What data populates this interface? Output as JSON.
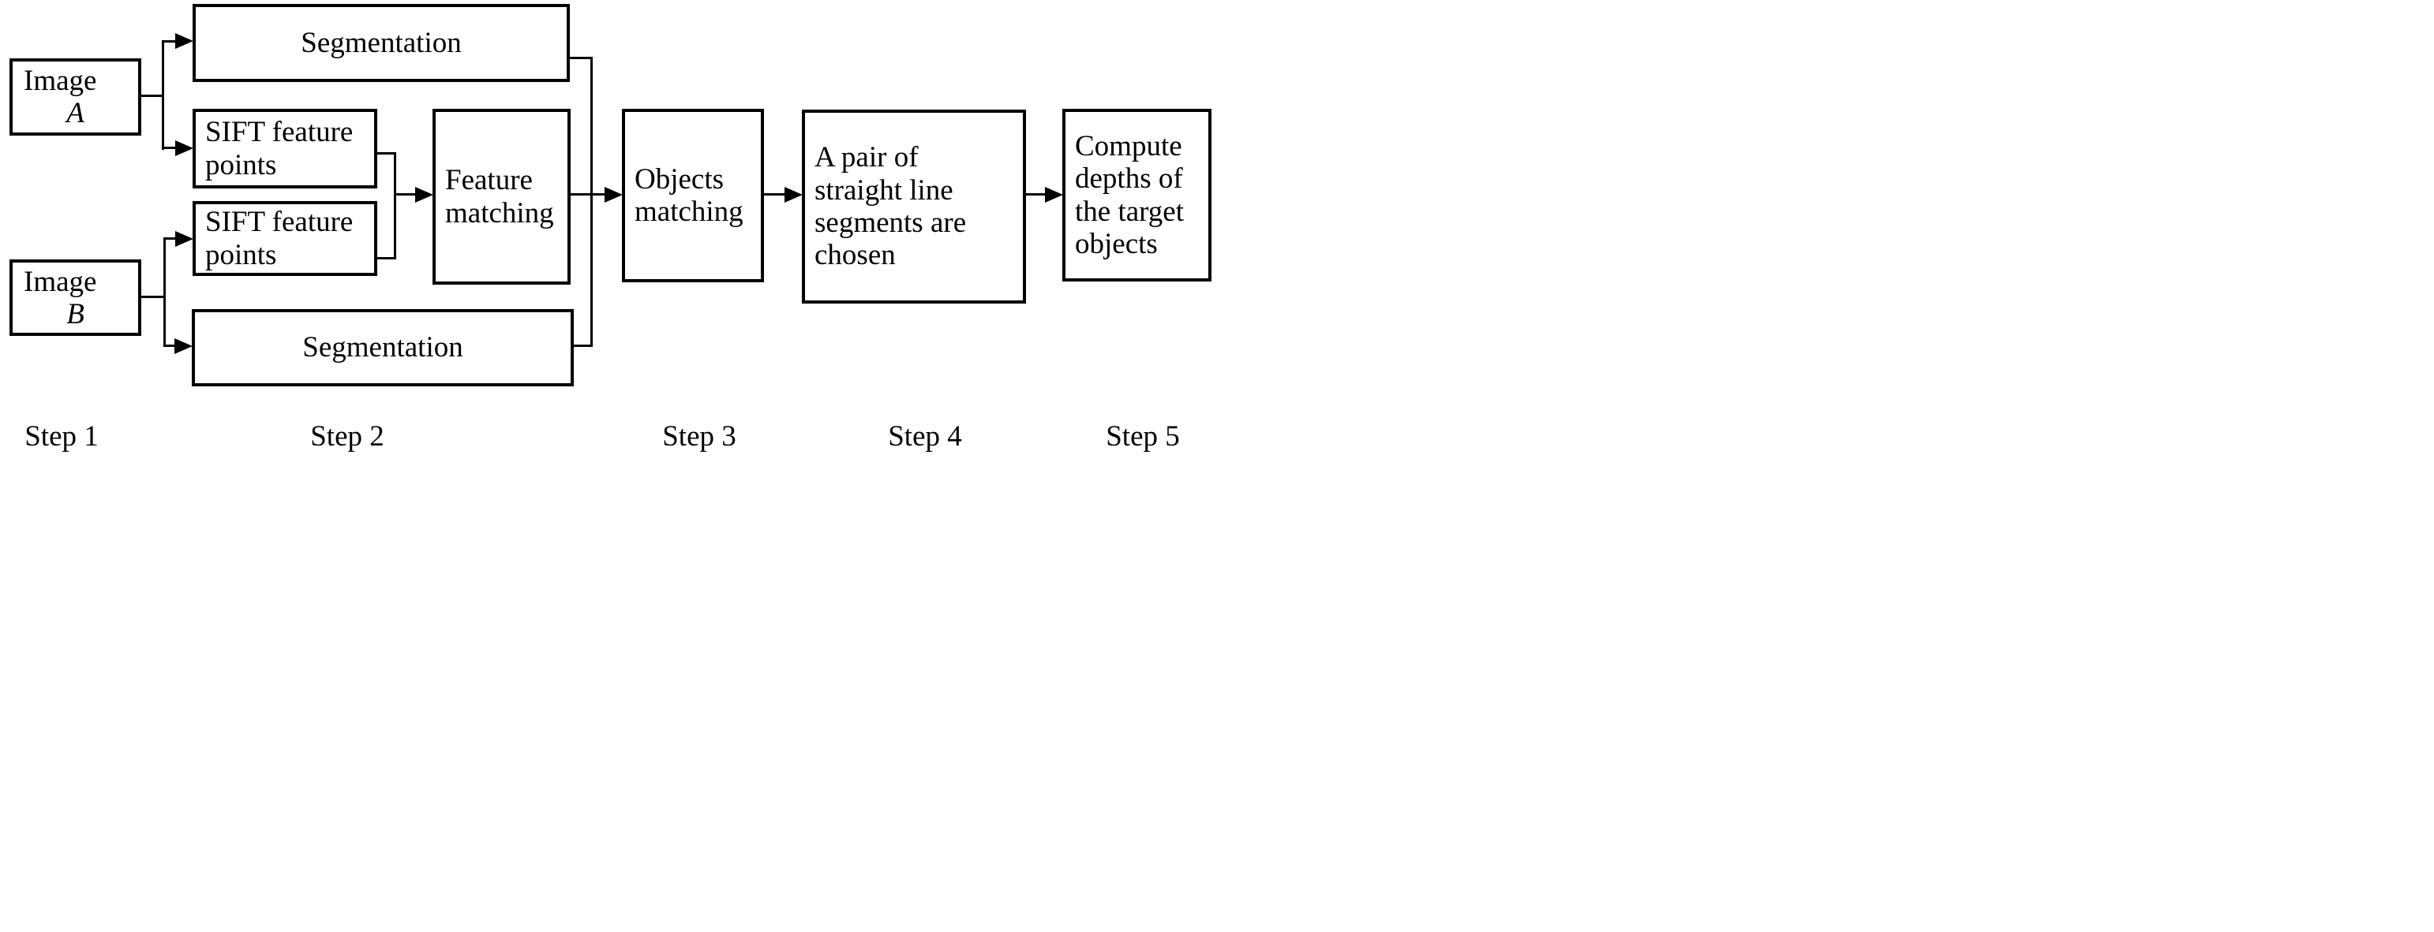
{
  "diagram": {
    "boxes": {
      "image_a": {
        "lines": [
          "Image",
          "A"
        ]
      },
      "image_b": {
        "lines": [
          "Image",
          "B"
        ]
      },
      "segmentation_top": {
        "label": "Segmentation"
      },
      "segmentation_bottom": {
        "label": "Segmentation"
      },
      "sift_a": {
        "lines": [
          "SIFT feature",
          "points"
        ]
      },
      "sift_b": {
        "lines": [
          "SIFT feature",
          "points"
        ]
      },
      "feature_matching": {
        "lines": [
          "Feature",
          "matching"
        ]
      },
      "objects_matching": {
        "lines": [
          "Objects",
          "matching"
        ]
      },
      "pair_chosen": {
        "lines": [
          "A pair of",
          "straight line",
          "segments are",
          "chosen"
        ]
      },
      "compute_depths": {
        "lines": [
          "Compute",
          "depths of",
          "the target",
          "objects"
        ]
      }
    },
    "steps": [
      "Step 1",
      "Step 2",
      "Step 3",
      "Step 4",
      "Step 5"
    ],
    "colors": {
      "line": "#000000",
      "background": "#ffffff"
    }
  }
}
